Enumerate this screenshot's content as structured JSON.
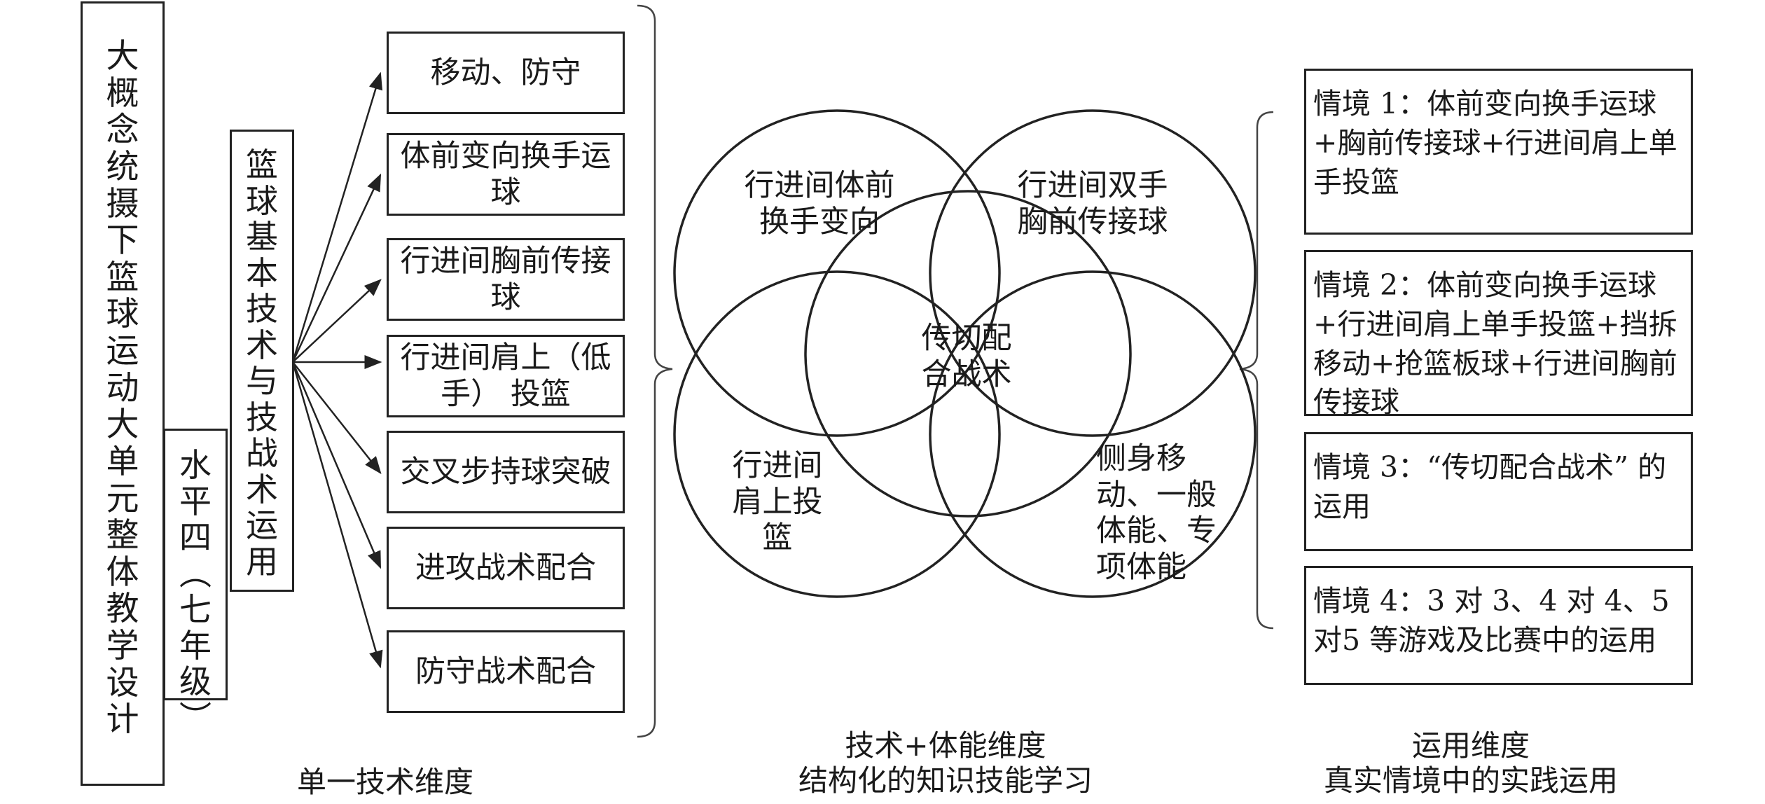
{
  "title_column": {
    "text": "大概念统摄下篮球运动大单元整体教学设计"
  },
  "level_box": {
    "text": "水平四（七年级）"
  },
  "skill_box": {
    "text": "篮球基本技术与技战术运用"
  },
  "skills": [
    "移动、防守",
    "体前变向换手运球",
    "行进间胸前传接球",
    "行进间肩上（低手） 投篮",
    "交叉步持球突破",
    "进攻战术配合",
    "防守战术配合"
  ],
  "venn": {
    "top_left": "行进间体前换手变向",
    "top_right": "行进间双手胸前传接球",
    "bottom_left": "行进间肩上投篮",
    "bottom_right": "侧身移动、一般体能、专项体能",
    "center": "传切配合战术"
  },
  "scenarios": [
    "情境 1：体前变向换手运球+胸前传接球+行进间肩上单手投篮",
    "情境 2：体前变向换手运球+行进间肩上单手投篮+挡拆移动+抢篮板球+行进间胸前传接球",
    "情境 3：“传切配合战术” 的运用",
    "情境 4：3 对 3、4 对 4、5对5 等游戏及比赛中的运用"
  ],
  "dimensions": {
    "left": "单一技术维度",
    "middle_line1": "技术+体能维度",
    "middle_line2": "结构化的知识技能学习",
    "right_line1": "运用维度",
    "right_line2": "真实情境中的实践运用"
  }
}
